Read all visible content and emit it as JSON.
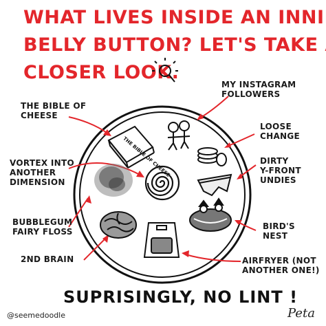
{
  "title": {
    "line1": "WHAT LIVES INSIDE AN INNIE",
    "line2": "BELLY BUTTON? LET'S TAKE A",
    "line3": "CLOSER LOOK."
  },
  "labels": {
    "bible_of_cheese": "THE BIBLE OF\nCHEESE",
    "vortex": "VORTEX INTO\nANOTHER\nDIMENSION",
    "bubblegum": "BUBBLEGUM\nFAIRY FLOSS",
    "second_brain": "2ND BRAIN",
    "instagram": "MY INSTAGRAM\nFOLLOWERS",
    "loose_change": "LOOSE\nCHANGE",
    "undies": "DIRTY\nY-FRONT\nUNDIES",
    "birds_nest": "BIRD'S\nNEST",
    "airfryer": "AIRFRYER (NOT\nANOTHER ONE!)"
  },
  "book_text": "THE BIBLE OF CHEESE",
  "footer": "SUPRISINGLY, NO LINT !",
  "handle": "@seemedoodle",
  "signature": "Peta",
  "colors": {
    "title_red": "#e3262b",
    "arrow_red": "#e3262b",
    "ink": "#1a1a1a"
  }
}
